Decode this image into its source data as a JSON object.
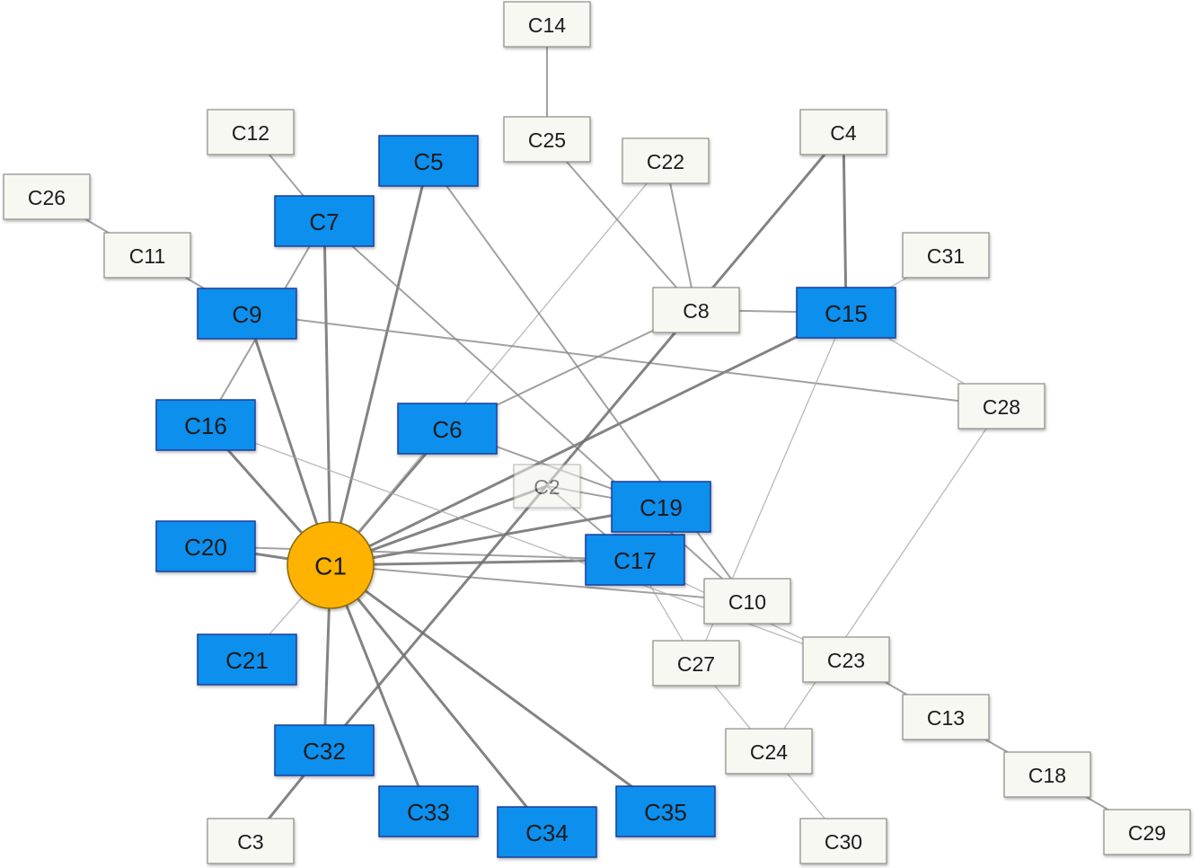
{
  "colors": {
    "focus_fill": "#ffb300",
    "focus_stroke": "#8a6a10",
    "blue_fill": "#0a8fee",
    "blue_stroke": "#1a3d9a",
    "plain_fill": "#f8f8f2",
    "plain_stroke": "#8c8c88",
    "faded_fill": "#f1f1ea"
  },
  "nodes": [
    {
      "id": "C1",
      "label": "C1",
      "kind": "focus"
    },
    {
      "id": "C2",
      "label": "C2",
      "kind": "faded"
    },
    {
      "id": "C3",
      "label": "C3",
      "kind": "plain"
    },
    {
      "id": "C4",
      "label": "C4",
      "kind": "plain"
    },
    {
      "id": "C5",
      "label": "C5",
      "kind": "blue"
    },
    {
      "id": "C6",
      "label": "C6",
      "kind": "blue"
    },
    {
      "id": "C7",
      "label": "C7",
      "kind": "blue"
    },
    {
      "id": "C8",
      "label": "C8",
      "kind": "plain"
    },
    {
      "id": "C9",
      "label": "C9",
      "kind": "blue"
    },
    {
      "id": "C10",
      "label": "C10",
      "kind": "plain"
    },
    {
      "id": "C11",
      "label": "C11",
      "kind": "plain"
    },
    {
      "id": "C12",
      "label": "C12",
      "kind": "plain"
    },
    {
      "id": "C13",
      "label": "C13",
      "kind": "plain"
    },
    {
      "id": "C14",
      "label": "C14",
      "kind": "plain"
    },
    {
      "id": "C15",
      "label": "C15",
      "kind": "blue"
    },
    {
      "id": "C16",
      "label": "C16",
      "kind": "blue"
    },
    {
      "id": "C17",
      "label": "C17",
      "kind": "blue"
    },
    {
      "id": "C18",
      "label": "C18",
      "kind": "plain"
    },
    {
      "id": "C19",
      "label": "C19",
      "kind": "blue"
    },
    {
      "id": "C20",
      "label": "C20",
      "kind": "blue"
    },
    {
      "id": "C21",
      "label": "C21",
      "kind": "blue"
    },
    {
      "id": "C22",
      "label": "C22",
      "kind": "plain"
    },
    {
      "id": "C23",
      "label": "C23",
      "kind": "plain"
    },
    {
      "id": "C24",
      "label": "C24",
      "kind": "plain"
    },
    {
      "id": "C25",
      "label": "C25",
      "kind": "plain"
    },
    {
      "id": "C26",
      "label": "C26",
      "kind": "plain"
    },
    {
      "id": "C27",
      "label": "C27",
      "kind": "plain"
    },
    {
      "id": "C28",
      "label": "C28",
      "kind": "plain"
    },
    {
      "id": "C29",
      "label": "C29",
      "kind": "plain"
    },
    {
      "id": "C30",
      "label": "C30",
      "kind": "plain"
    },
    {
      "id": "C31",
      "label": "C31",
      "kind": "plain"
    },
    {
      "id": "C32",
      "label": "C32",
      "kind": "blue"
    },
    {
      "id": "C33",
      "label": "C33",
      "kind": "blue"
    },
    {
      "id": "C34",
      "label": "C34",
      "kind": "blue"
    },
    {
      "id": "C35",
      "label": "C35",
      "kind": "blue"
    }
  ],
  "edges": [
    {
      "source": "C1",
      "target": "C5",
      "weight": "heavy"
    },
    {
      "source": "C1",
      "target": "C7",
      "weight": "heavy"
    },
    {
      "source": "C1",
      "target": "C9",
      "weight": "heavy"
    },
    {
      "source": "C1",
      "target": "C16",
      "weight": "heavy"
    },
    {
      "source": "C1",
      "target": "C20",
      "weight": "heavy"
    },
    {
      "source": "C1",
      "target": "C21",
      "weight": "light"
    },
    {
      "source": "C1",
      "target": "C32",
      "weight": "heavy"
    },
    {
      "source": "C1",
      "target": "C33",
      "weight": "heavy"
    },
    {
      "source": "C1",
      "target": "C34",
      "weight": "heavy"
    },
    {
      "source": "C1",
      "target": "C35",
      "weight": "heavy"
    },
    {
      "source": "C1",
      "target": "C6",
      "weight": "heavy"
    },
    {
      "source": "C1",
      "target": "C2",
      "weight": "heavy"
    },
    {
      "source": "C1",
      "target": "C19",
      "weight": "heavy"
    },
    {
      "source": "C1",
      "target": "C17",
      "weight": "heavy"
    },
    {
      "source": "C1",
      "target": "C15",
      "weight": "heavy"
    },
    {
      "source": "C1",
      "target": "C10",
      "weight": "medium"
    },
    {
      "source": "C1",
      "target": "C22",
      "weight": "light"
    },
    {
      "source": "C20",
      "target": "C17",
      "weight": "medium"
    },
    {
      "source": "C16",
      "target": "C23",
      "weight": "light"
    },
    {
      "source": "C16",
      "target": "C7",
      "weight": "medium"
    },
    {
      "source": "C7",
      "target": "C12",
      "weight": "medium"
    },
    {
      "source": "C7",
      "target": "C10",
      "weight": "medium"
    },
    {
      "source": "C9",
      "target": "C11",
      "weight": "medium"
    },
    {
      "source": "C9",
      "target": "C28",
      "weight": "medium"
    },
    {
      "source": "C11",
      "target": "C26",
      "weight": "medium"
    },
    {
      "source": "C5",
      "target": "C10",
      "weight": "medium"
    },
    {
      "source": "C14",
      "target": "C25",
      "weight": "medium"
    },
    {
      "source": "C25",
      "target": "C8",
      "weight": "medium"
    },
    {
      "source": "C22",
      "target": "C8",
      "weight": "medium"
    },
    {
      "source": "C8",
      "target": "C15",
      "weight": "medium"
    },
    {
      "source": "C8",
      "target": "C6",
      "weight": "medium"
    },
    {
      "source": "C4",
      "target": "C15",
      "weight": "heavy"
    },
    {
      "source": "C4",
      "target": "C32",
      "weight": "heavy"
    },
    {
      "source": "C15",
      "target": "C31",
      "weight": "light"
    },
    {
      "source": "C15",
      "target": "C28",
      "weight": "light"
    },
    {
      "source": "C15",
      "target": "C27",
      "weight": "light"
    },
    {
      "source": "C28",
      "target": "C24",
      "weight": "light"
    },
    {
      "source": "C6",
      "target": "C19",
      "weight": "medium"
    },
    {
      "source": "C2",
      "target": "C19",
      "weight": "medium"
    },
    {
      "source": "C2",
      "target": "C17",
      "weight": "medium"
    },
    {
      "source": "C17",
      "target": "C27",
      "weight": "light"
    },
    {
      "source": "C17",
      "target": "C23",
      "weight": "light"
    },
    {
      "source": "C27",
      "target": "C24",
      "weight": "light"
    },
    {
      "source": "C24",
      "target": "C30",
      "weight": "light"
    },
    {
      "source": "C23",
      "target": "C13",
      "weight": "medium"
    },
    {
      "source": "C13",
      "target": "C18",
      "weight": "medium"
    },
    {
      "source": "C18",
      "target": "C29",
      "weight": "medium"
    },
    {
      "source": "C32",
      "target": "C3",
      "weight": "heavy"
    }
  ]
}
